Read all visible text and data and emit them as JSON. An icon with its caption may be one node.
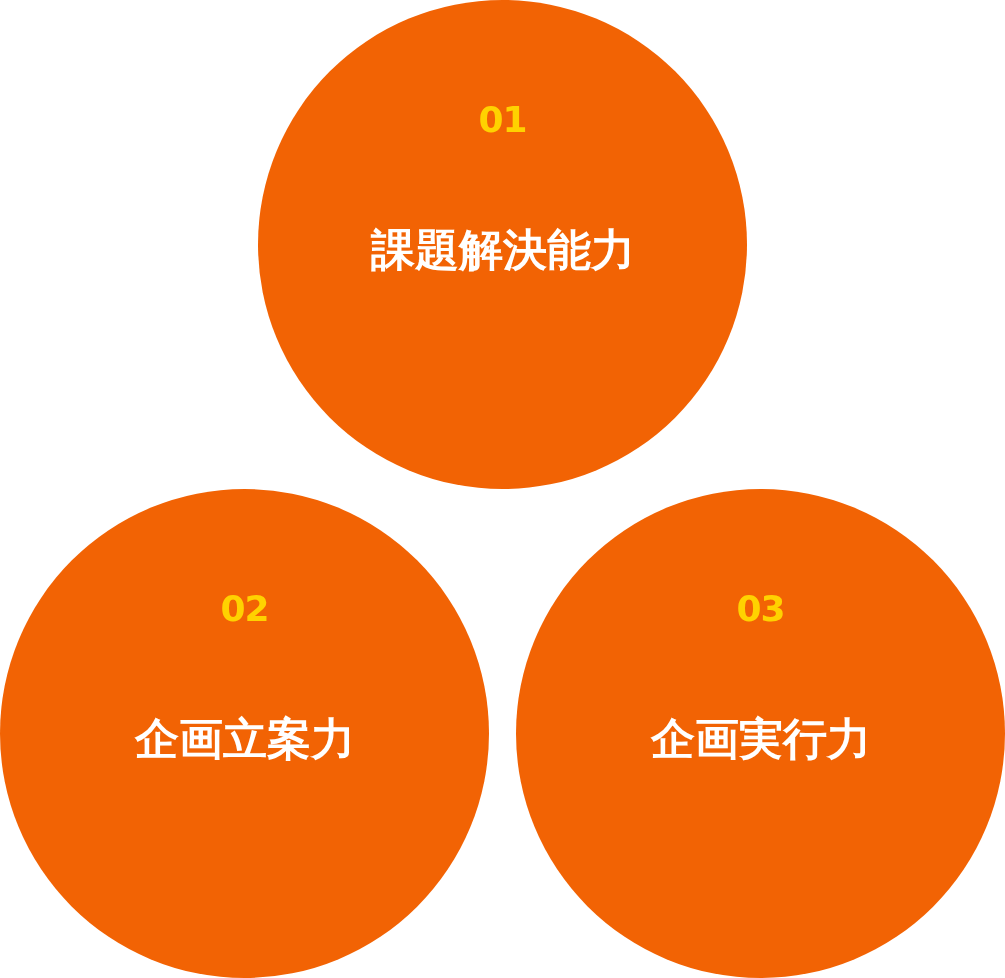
{
  "diagram": {
    "nodes": [
      {
        "text": [
          "01",
          "課題解決能力"
        ]
      },
      {
        "text": [
          "02",
          "企画立案力"
        ]
      },
      {
        "text": [
          "03",
          "企画実行力"
        ]
      }
    ]
  }
}
